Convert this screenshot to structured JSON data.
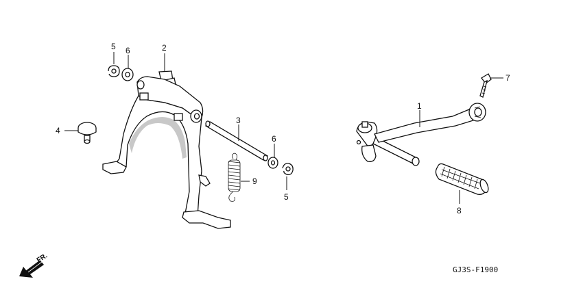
{
  "diagram": {
    "callouts": [
      {
        "id": "c1",
        "text": "1"
      },
      {
        "id": "c2",
        "text": "2"
      },
      {
        "id": "c3",
        "text": "3"
      },
      {
        "id": "c4",
        "text": "4"
      },
      {
        "id": "c5a",
        "text": "5"
      },
      {
        "id": "c5b",
        "text": "5"
      },
      {
        "id": "c6a",
        "text": "6"
      },
      {
        "id": "c6b",
        "text": "6"
      },
      {
        "id": "c7",
        "text": "7"
      },
      {
        "id": "c8",
        "text": "8"
      },
      {
        "id": "c9",
        "text": "9"
      }
    ],
    "direction_label": "FR.",
    "drawing_code": "GJ3S-F1900"
  }
}
